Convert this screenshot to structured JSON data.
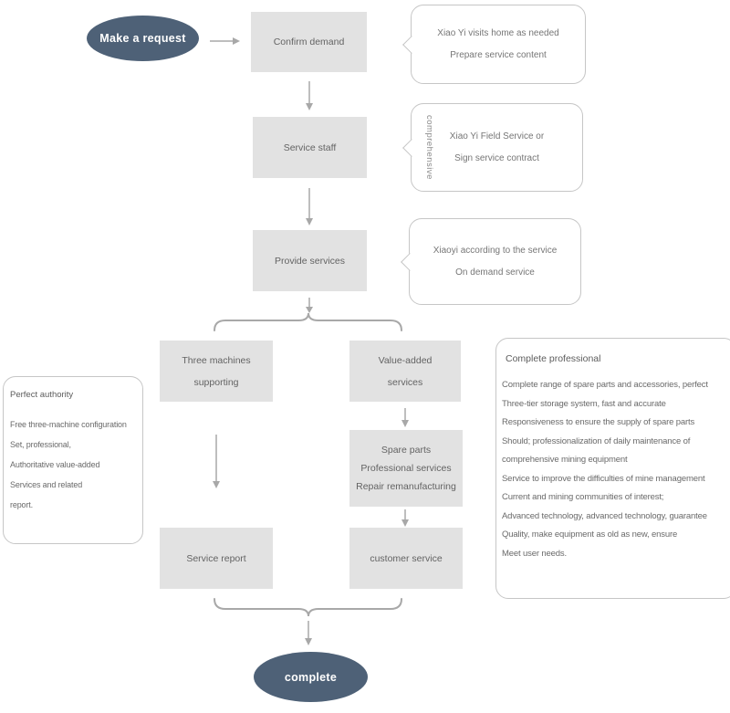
{
  "colors": {
    "node_fill": "#4e6177",
    "box_fill": "#e2e2e2",
    "callout_border": "#c6c6c6",
    "arrow": "#a8a8a8",
    "text": "#636363"
  },
  "start": {
    "label": "Make a request"
  },
  "end": {
    "label": "complete"
  },
  "boxes": {
    "confirm_demand": {
      "label": "Confirm demand"
    },
    "service_staff": {
      "label": "Service staff"
    },
    "provide_services": {
      "label": "Provide services"
    },
    "three_machines": {
      "lines": [
        "Three machines",
        "supporting"
      ]
    },
    "value_added": {
      "lines": [
        "Value-added",
        "services"
      ]
    },
    "spare_parts": {
      "lines": [
        "Spare parts",
        "Professional services",
        "Repair remanufacturing"
      ]
    },
    "service_report": {
      "label": "Service report"
    },
    "customer_service": {
      "label": "customer service"
    }
  },
  "callouts": {
    "visit": {
      "lines": [
        "Xiao Yi visits home as needed",
        "Prepare service content"
      ]
    },
    "field_service": {
      "vertical_label": "comprehensive",
      "lines": [
        "Xiao Yi Field Service or",
        "Sign service contract"
      ]
    },
    "according": {
      "lines": [
        "Xiaoyi according to the service",
        "On demand service"
      ]
    }
  },
  "left_panel": {
    "title": "Perfect authority",
    "lines": [
      "Free three-machine configuration",
      "Set, professional,",
      "Authoritative value-added",
      "Services and related",
      "report."
    ]
  },
  "right_panel": {
    "title": "Complete professional",
    "lines": [
      "Complete range of spare parts and accessories, perfect",
      "Three-tier storage system, fast and accurate",
      "Responsiveness to ensure the supply of spare parts",
      "Should; professionalization of daily maintenance of",
      "comprehensive mining equipment",
      "Service to improve the difficulties of mine management",
      "Current and mining communities of interest;",
      "Advanced technology, advanced technology, guarantee",
      "Quality, make equipment as old as new, ensure",
      "Meet user needs."
    ]
  }
}
